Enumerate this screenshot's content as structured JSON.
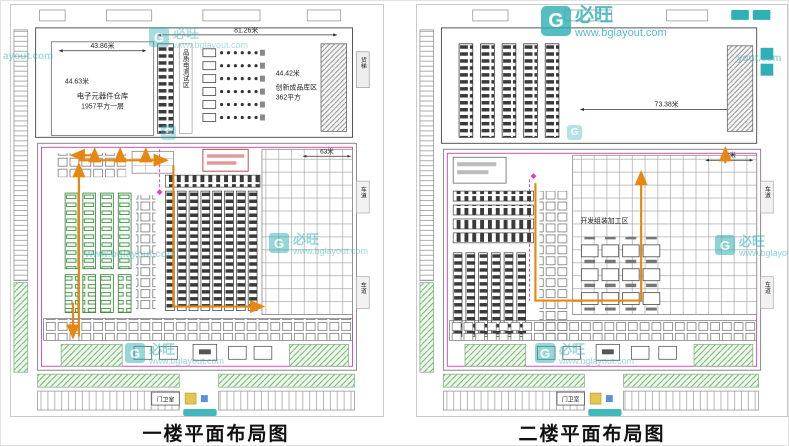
{
  "captions": {
    "floor1": "一楼平面布局图",
    "floor2": "二楼平面布局图"
  },
  "watermark": {
    "logo_letter": "G",
    "brand": "必旺",
    "url": "www.bglayout.com",
    "url_fragment_left": "ayout.com",
    "url_fragment_right": "yout.com",
    "color": "#2fb0b5"
  },
  "floor1": {
    "dim_top": "81.26米",
    "dim_upper_left": "43.86米",
    "dim_left": "44.63米",
    "dim_right": "44.42米",
    "dim_inner": "63米",
    "warehouse_line1": "电子元器件仓库",
    "warehouse_line2": "1957平方一层",
    "test_area": "品质电测试区",
    "product_line1": "创新成品库区",
    "product_line2": "362平方",
    "elevator": "货梯",
    "lane_upper": "车道",
    "lane_lower": "车道",
    "gatehouse": "门卫室"
  },
  "floor2": {
    "dim_top": "73.38米",
    "dim_inner": "58米",
    "workshop": "开发组装加工区",
    "lane_upper": "车道",
    "lane_lower": "车道",
    "gatehouse": "门卫室"
  },
  "colors": {
    "accent_orange": "#e8870d",
    "magenta": "#cf3fae",
    "teal": "#2fb0b5",
    "green_hatch": "#57a85c"
  }
}
